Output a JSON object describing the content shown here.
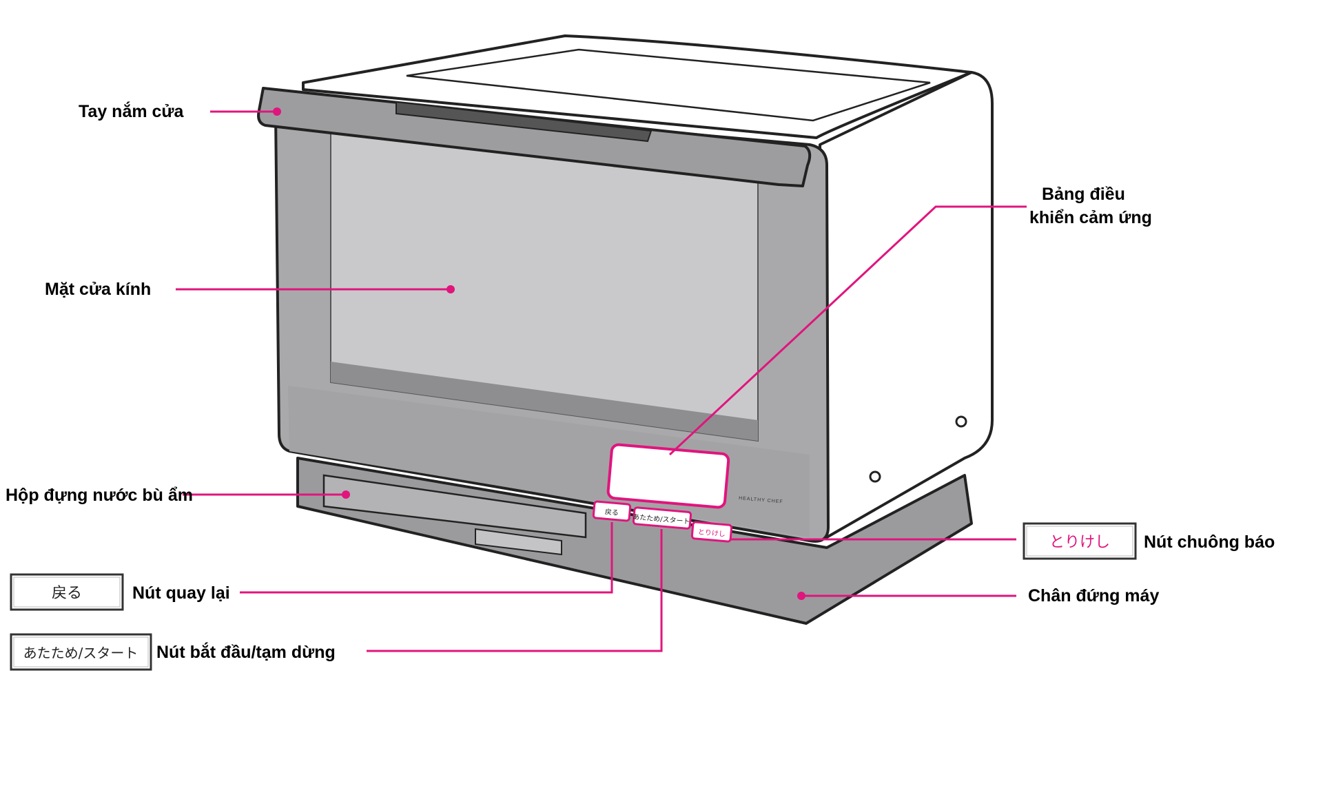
{
  "diagram": {
    "colors": {
      "accent": "#e0157d",
      "body_gray": "#a9a9ab",
      "dark_gray": "#8c8c8e",
      "glass": "#c9c9cb",
      "white": "#ffffff"
    },
    "labels": {
      "door_handle": "Tay nắm cửa",
      "glass_door": "Mặt cửa kính",
      "water_tank": "Hộp đựng nước bù ẩm",
      "touch_panel_line1": "Bảng điều",
      "touch_panel_line2": "khiển cảm ứng",
      "alarm_button": "Nút chuông báo",
      "stand": "Chân đứng máy",
      "back_button": "Nút quay lại",
      "start_pause_button": "Nút bắt đầu/tạm dừng"
    },
    "button_callouts": {
      "back": "戻る",
      "start": "あたため/スタート",
      "cancel": "とりけし"
    },
    "panel_buttons": {
      "back": "戻る",
      "start": "あたため/スタート",
      "cancel": "とりけし"
    },
    "brand_text": "HEALTHY CHEF",
    "icons": [
      "microwave-oven-illustration"
    ]
  }
}
